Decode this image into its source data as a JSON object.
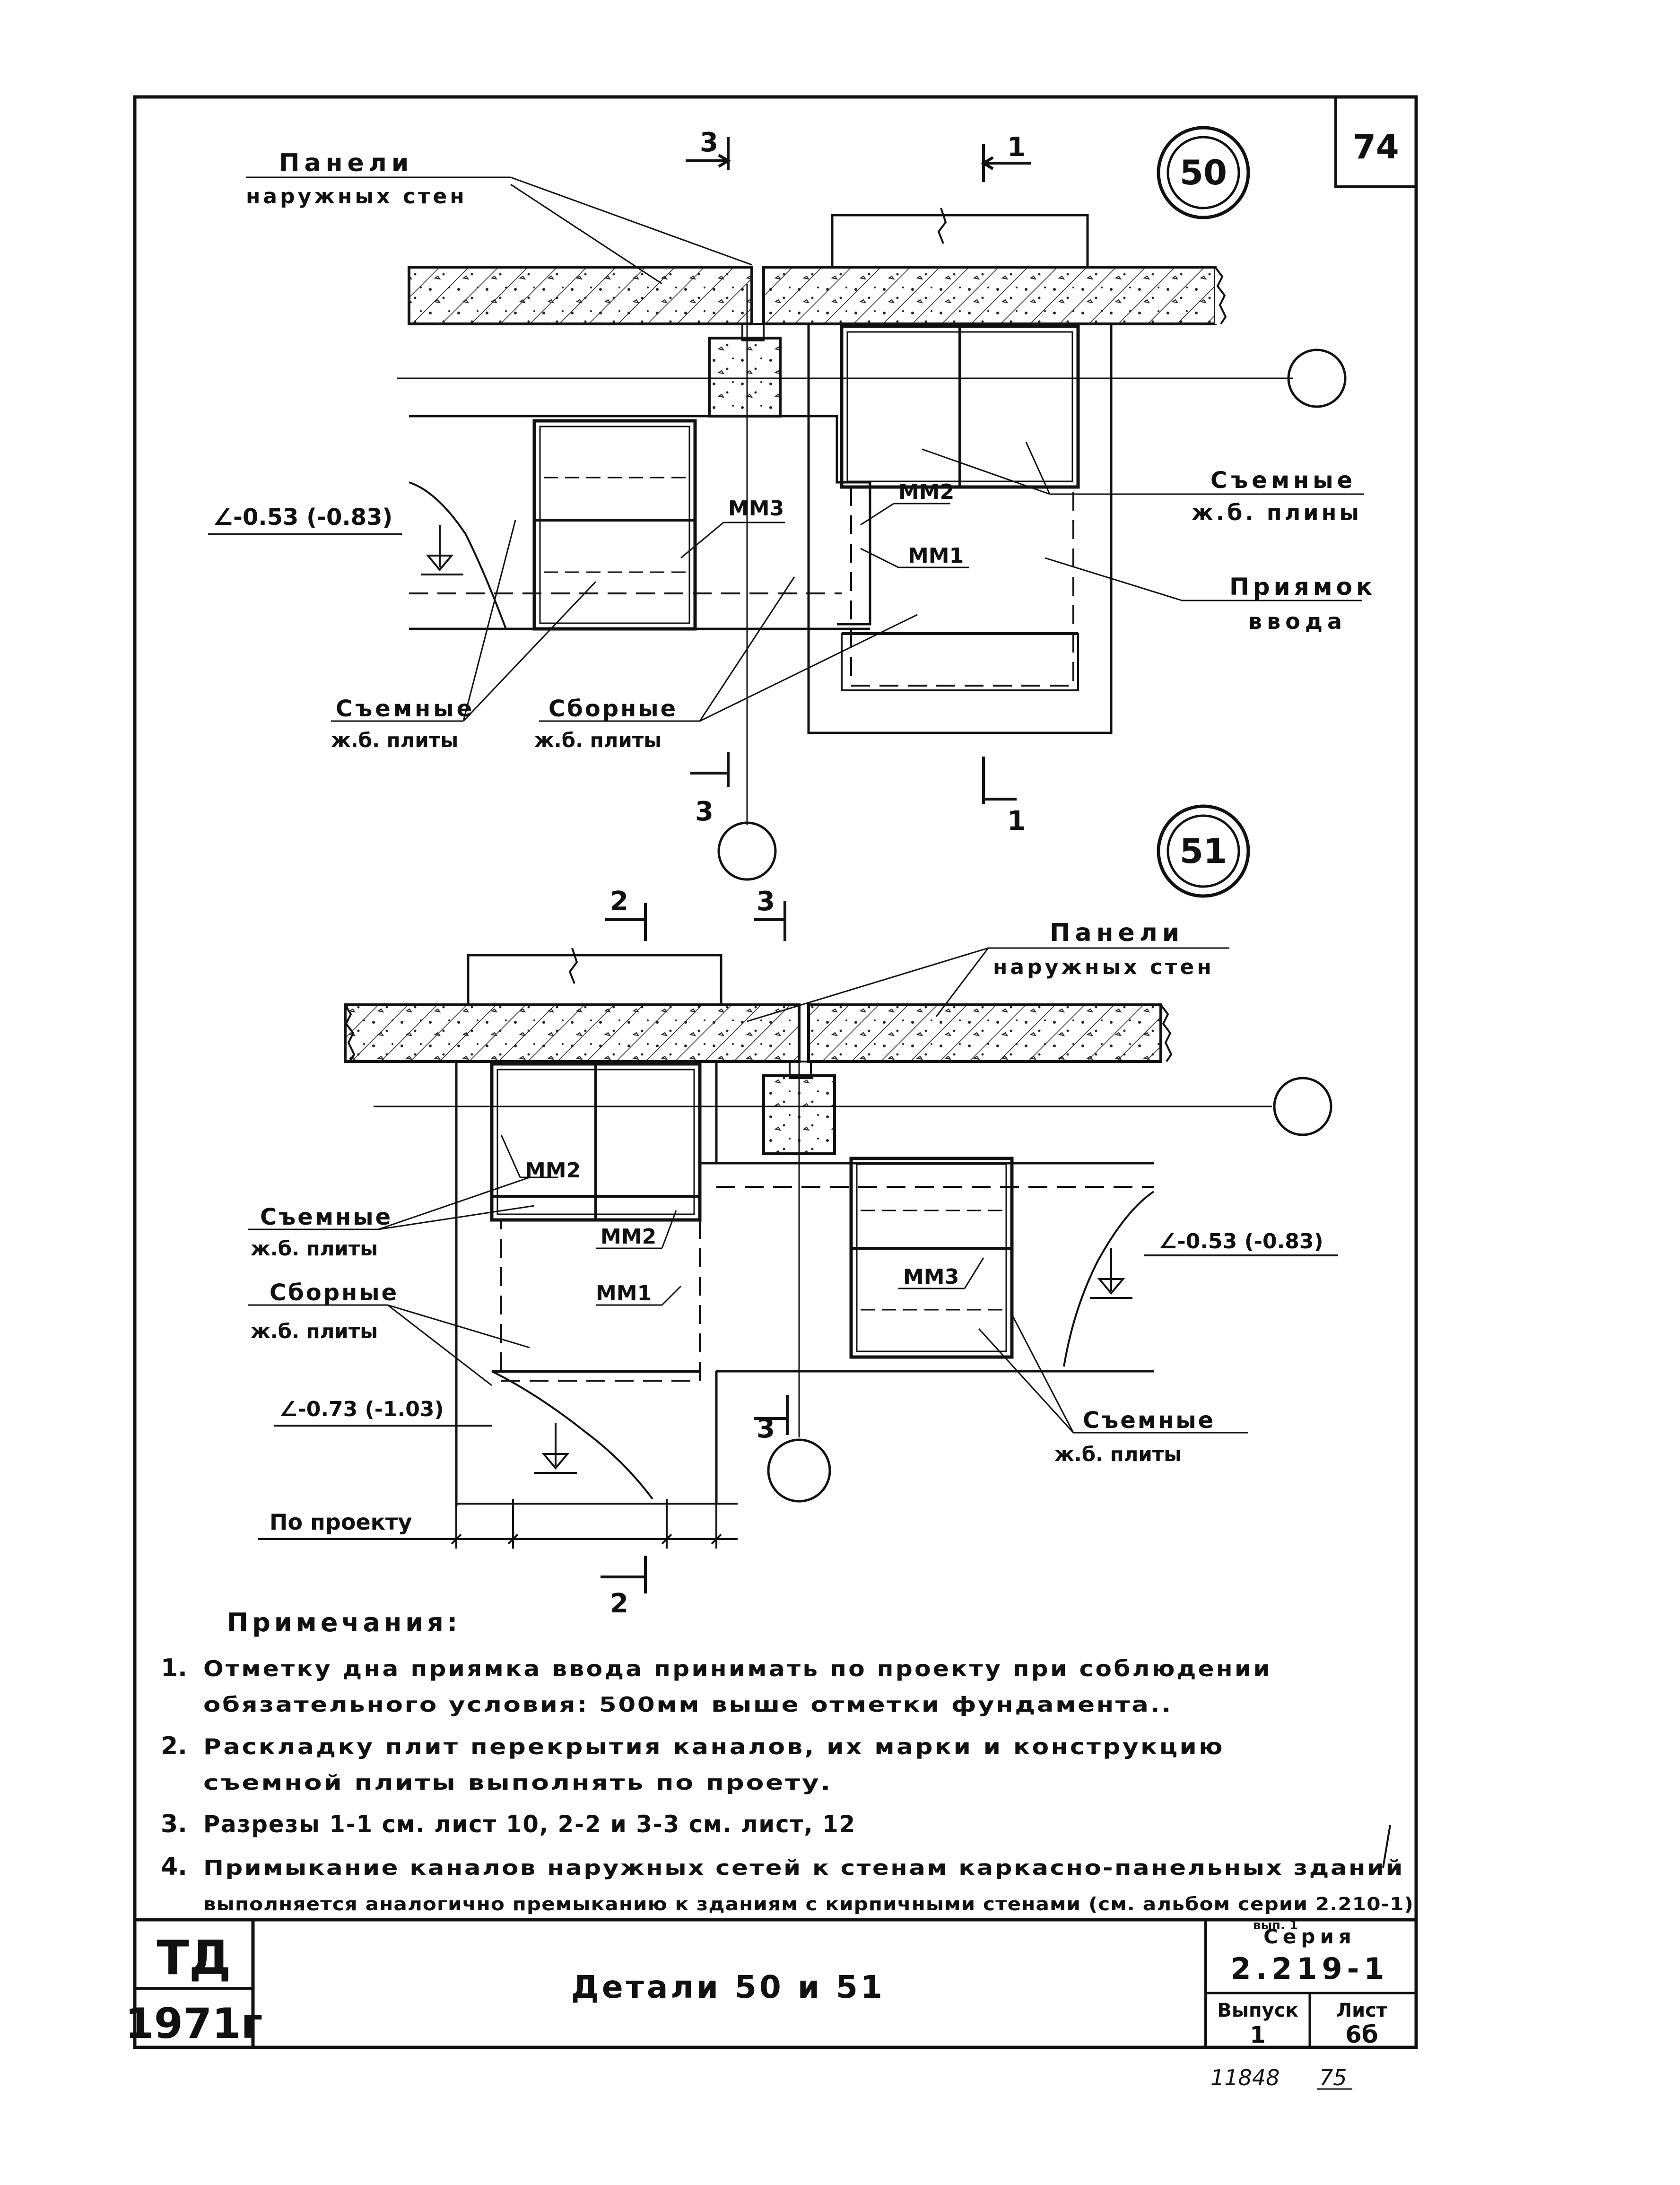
{
  "sheet_corner_number": "74",
  "detail_50": {
    "number": "50",
    "panels_label_1": "Панели",
    "panels_label_2": "наружных стен",
    "cut_3": "3",
    "cut_1": "1",
    "removable_slabs_right_1": "Съемные",
    "removable_slabs_right_2": "ж.б. плины",
    "pit_1": "Приямок",
    "pit_2": "ввода",
    "elev": "∠-0.53 (-0.83)",
    "mm3": "ММ3",
    "mm2": "ММ2",
    "mm1": "ММ1",
    "removable_left_1": "Съемные",
    "removable_left_2": "ж.б. плиты",
    "assembled_1": "Сборные",
    "assembled_2": "ж.б. плиты"
  },
  "detail_51": {
    "number": "51",
    "cut_2": "2",
    "cut_3": "3",
    "panels_label_1": "Панели",
    "panels_label_2": "наружных стен",
    "mm2_top": "ММ2",
    "mm2": "ММ2",
    "mm1": "ММ1",
    "mm3": "ММ3",
    "removable_left_1": "Съемные",
    "removable_left_2": "ж.б. плиты",
    "assembled_1": "Сборные",
    "assembled_2": "ж.б. плиты",
    "elev_left": "∠-0.73 (-1.03)",
    "elev_right": "∠-0.53 (-0.83)",
    "by_project": "По проекту",
    "removable_right_1": "Съемные",
    "removable_right_2": "ж.б. плиты"
  },
  "notes": {
    "title": "Примечания:",
    "items": [
      {
        "num": "1.",
        "line1": "Отметку дна приямка ввода принимать по проекту при соблюдении",
        "line2": "обязательного условия: 500мм выше отметки фундамента.."
      },
      {
        "num": "2.",
        "line1": "Раскладку плит перекрытия каналов, их марки и конструкцию",
        "line2": "съемной плиты выполнять по проету."
      },
      {
        "num": "3.",
        "line1": "Разрезы 1-1 см. лист 10, 2-2 и 3-3 см. лист, 12",
        "line2": ""
      },
      {
        "num": "4.",
        "line1": "Примыкание каналов наружных сетей к стенам каркасно-панельных зданий",
        "line2": "выполняется аналогично премыканию к зданиям с кирпичными стенами (см. альбом серии 2.210-1)",
        "line3": "вып. 1"
      }
    ]
  },
  "title_block": {
    "org": "ТД",
    "year": "1971г",
    "title": "Детали 50 и 51",
    "series_label": "Серия",
    "series_value": "2.219-1",
    "issue_label": "Выпуск",
    "issue_value": "1",
    "sheet_label": "Лист",
    "sheet_value": "6б"
  },
  "footer": {
    "number": "11848",
    "page": "75"
  }
}
